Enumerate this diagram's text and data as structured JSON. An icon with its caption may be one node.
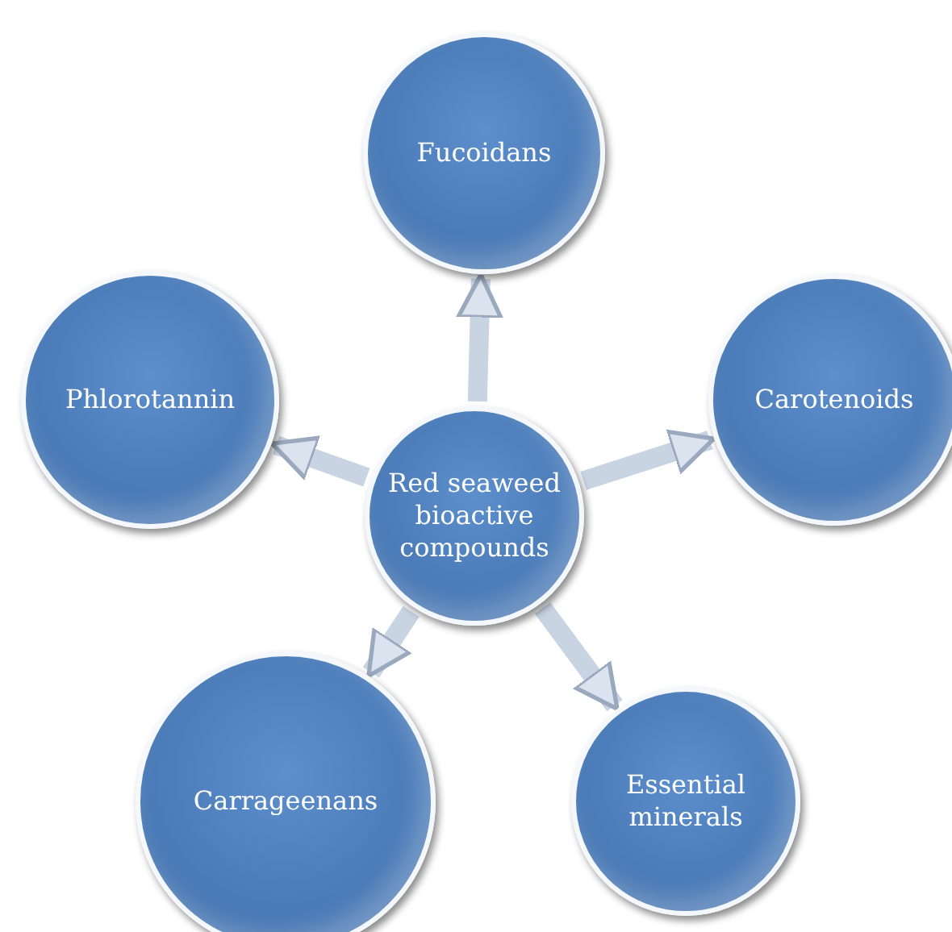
{
  "diagram": {
    "nodes": [
      {
        "text": [
          "Red seaweed bioactive compounds"
        ]
      },
      {
        "text": [
          "Fucoidans"
        ]
      },
      {
        "text": [
          "Phlorotannin"
        ]
      },
      {
        "text": [
          "Carotenoids"
        ]
      },
      {
        "text": [
          "Carrageenans"
        ]
      },
      {
        "text": [
          "Essential minerals"
        ]
      }
    ],
    "edges": [
      {
        "from": 0,
        "to": 1,
        "arrow": "to"
      },
      {
        "from": 0,
        "to": 2,
        "arrow": "to"
      },
      {
        "from": 0,
        "to": 3,
        "arrow": "to"
      },
      {
        "from": 0,
        "to": 4,
        "arrow": "to"
      },
      {
        "from": 0,
        "to": 5,
        "arrow": "to"
      }
    ]
  }
}
